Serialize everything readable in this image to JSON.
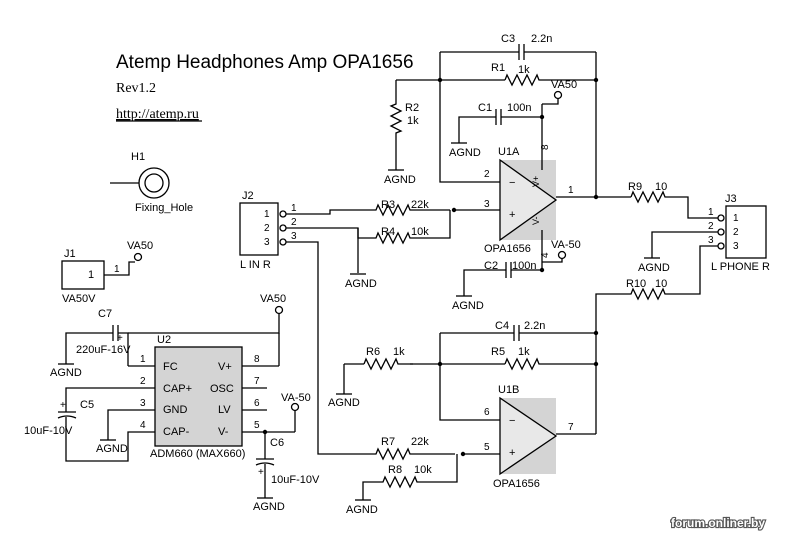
{
  "header": {
    "title": "Atemp Headphones Amp OPA1656",
    "revision": "Rev1.2",
    "url": "http://atemp.ru"
  },
  "watermark": "forum.onliner.by",
  "net_labels": {
    "va50": "VA50",
    "va_neg50": "VA-50",
    "va_neg50_alt": "VA-50",
    "agnd": "AGND"
  },
  "components": {
    "H1": {
      "ref": "H1",
      "value": "Fixing_Hole"
    },
    "J1": {
      "ref": "J1",
      "value": "VA50V",
      "pin": "1"
    },
    "J2": {
      "ref": "J2",
      "value": "L IN R",
      "pins": [
        "1",
        "2",
        "3"
      ]
    },
    "J3": {
      "ref": "J3",
      "value": "L PHONE R",
      "pins": [
        "1",
        "2",
        "3"
      ]
    },
    "U1A": {
      "ref": "U1A",
      "value": "OPA1656",
      "pins": {
        "inv": "2",
        "noninv": "3",
        "out": "1",
        "vpos": "8",
        "vneg": "4"
      }
    },
    "U1B": {
      "ref": "U1B",
      "value": "OPA1656",
      "pins": {
        "inv": "6",
        "noninv": "5",
        "out": "7"
      }
    },
    "U2": {
      "ref": "U2",
      "value": "ADM660 (MAX660)",
      "left_pins": [
        {
          "num": "1",
          "name": "FC"
        },
        {
          "num": "2",
          "name": "CAP+"
        },
        {
          "num": "3",
          "name": "GND"
        },
        {
          "num": "4",
          "name": "CAP-"
        }
      ],
      "right_pins": [
        {
          "num": "8",
          "name": "V+"
        },
        {
          "num": "7",
          "name": "OSC"
        },
        {
          "num": "6",
          "name": "LV"
        },
        {
          "num": "5",
          "name": "V-"
        }
      ]
    },
    "R1": {
      "ref": "R1",
      "value": "1k"
    },
    "R2": {
      "ref": "R2",
      "value": "1k"
    },
    "R3": {
      "ref": "R3",
      "value": "22k"
    },
    "R4": {
      "ref": "R4",
      "value": "10k"
    },
    "R5": {
      "ref": "R5",
      "value": "1k"
    },
    "R6": {
      "ref": "R6",
      "value": "1k"
    },
    "R7": {
      "ref": "R7",
      "value": "22k"
    },
    "R8": {
      "ref": "R8",
      "value": "10k"
    },
    "R9": {
      "ref": "R9",
      "value": "10"
    },
    "R10": {
      "ref": "R10",
      "value": "10"
    },
    "C1": {
      "ref": "C1",
      "value": "100n"
    },
    "C2": {
      "ref": "C2",
      "value": "100n"
    },
    "C3": {
      "ref": "C3",
      "value": "2.2n"
    },
    "C4": {
      "ref": "C4",
      "value": "2.2n"
    },
    "C5": {
      "ref": "C5",
      "value": "10uF-10V",
      "polarity": "+"
    },
    "C6": {
      "ref": "C6",
      "value": "10uF-10V",
      "polarity": "+"
    },
    "C7": {
      "ref": "C7",
      "value": "220uF-16V",
      "polarity": "+"
    }
  },
  "net_pins": {
    "j1_out": "1",
    "u1a_out": "1",
    "u1b_out": "7",
    "j3_in": [
      "1",
      "2",
      "3"
    ]
  }
}
